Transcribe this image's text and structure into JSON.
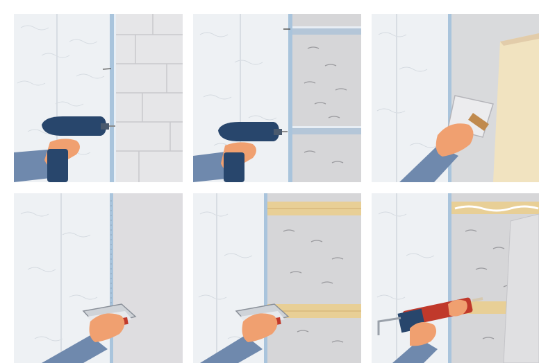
{
  "steps": [
    {
      "scene": "drill-into-block-wall"
    },
    {
      "scene": "drill-into-metal-rail"
    },
    {
      "scene": "apply-adhesive-trowel"
    },
    {
      "scene": "staple-panel-edge"
    },
    {
      "scene": "staple-over-battens"
    },
    {
      "scene": "caulk-gun-sealing"
    }
  ],
  "palette": {
    "wall_white": "#f4f6f8",
    "insulation_gray": "#cfd6dd",
    "panel_gray": "#d9dadc",
    "block_gray": "#e4e4e6",
    "wood": "#e8cf96",
    "sleeve_blue": "#6f89ad",
    "skin": "#f0a070",
    "tool_navy": "#28466c",
    "tool_red": "#c0392b"
  }
}
